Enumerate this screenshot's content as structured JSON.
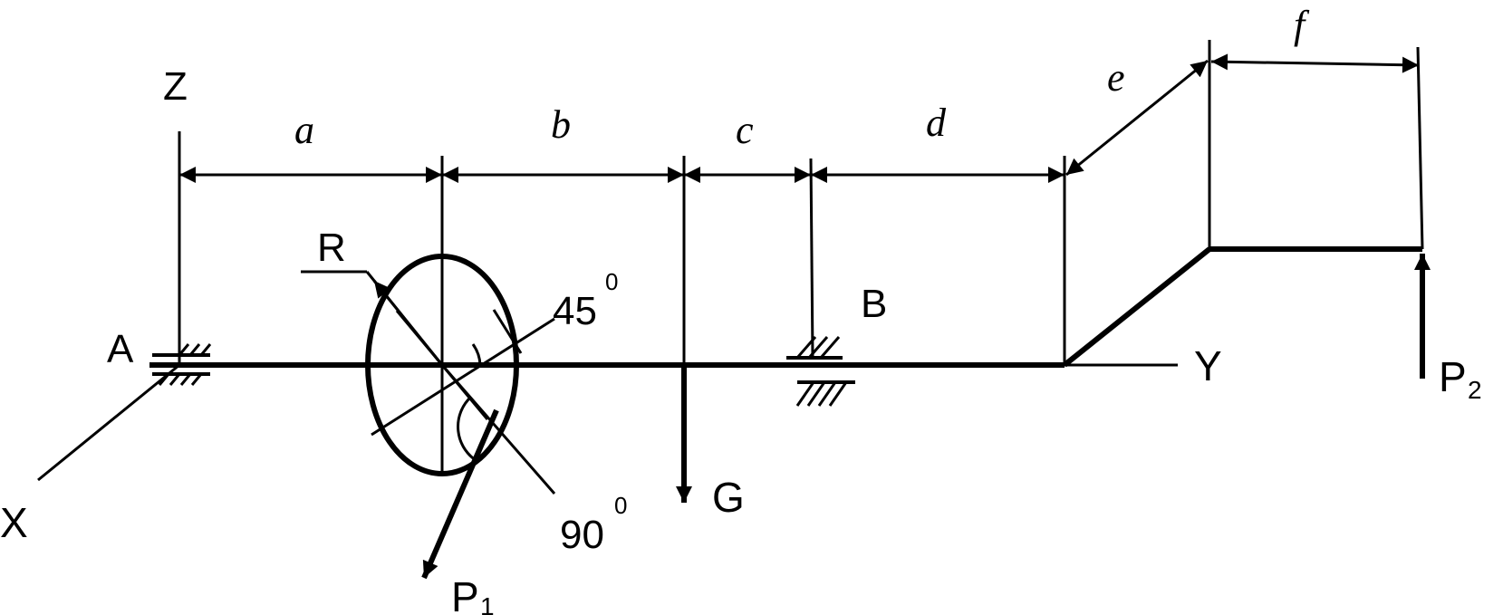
{
  "diagram": {
    "labels": {
      "axis_z": "Z",
      "axis_y": "Y",
      "axis_x": "X",
      "support_a": "A",
      "support_b": "B",
      "dim_a": "a",
      "dim_b": "b",
      "dim_c": "c",
      "dim_d": "d",
      "dim_e": "e",
      "dim_f": "f",
      "radius": "R",
      "angle_45_value": "45",
      "angle_45_unit": "0",
      "angle_90_value": "90",
      "angle_90_unit": "0",
      "force_g": "G",
      "force_p1_main": "P",
      "force_p1_sub": "1",
      "force_p2_main": "P",
      "force_p2_sub": "2"
    }
  }
}
